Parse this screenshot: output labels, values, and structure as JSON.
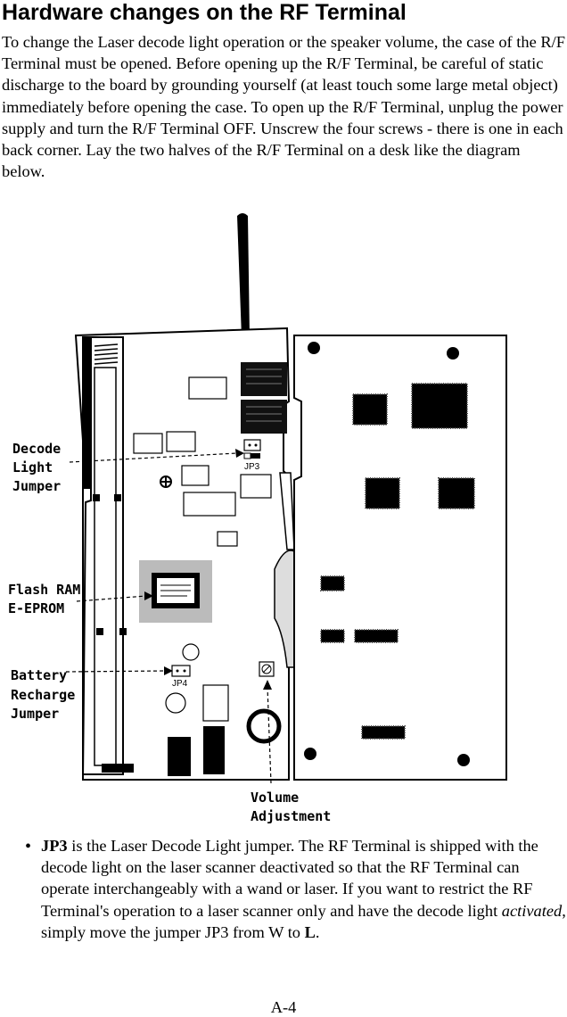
{
  "heading": "Hardware changes on the RF Terminal",
  "intro": "To change the Laser decode light operation or the speaker volume, the case of the R/F Terminal must be opened. Before opening up the R/F Terminal, be careful of static discharge to the board by grounding yourself (at least touch some large metal object) immediately before opening the case.  To open up the R/F Terminal, unplug the power supply and turn the R/F Terminal OFF. Unscrew the four screws - there is one in each back corner. Lay the two halves of the R/F Terminal on a desk like the diagram below.",
  "diagram": {
    "callouts": {
      "decode_1": "Decode",
      "decode_2": "Light",
      "decode_3": "Jumper",
      "flash_1": "Flash RAM",
      "flash_2": "E-EPROM",
      "battery_1": "Battery",
      "battery_2": "Recharge",
      "battery_3": "Jumper",
      "volume_1": "Volume",
      "volume_2": "Adjustment"
    },
    "jp3": "JP3",
    "jp4": "JP4"
  },
  "bullet": {
    "t1": "JP3",
    "t2": " is the Laser Decode Light jumper. The RF Terminal is shipped with the decode light on the laser scanner deactivated so that the RF Terminal can operate interchangeably with a wand or laser. If you want to restrict the RF Terminal's operation to a laser scanner only and have the decode light ",
    "t3": "activated",
    "t4": ", simply move the jumper JP3 from W to ",
    "t5": "L",
    "t6": "."
  },
  "page_number": "A-4"
}
